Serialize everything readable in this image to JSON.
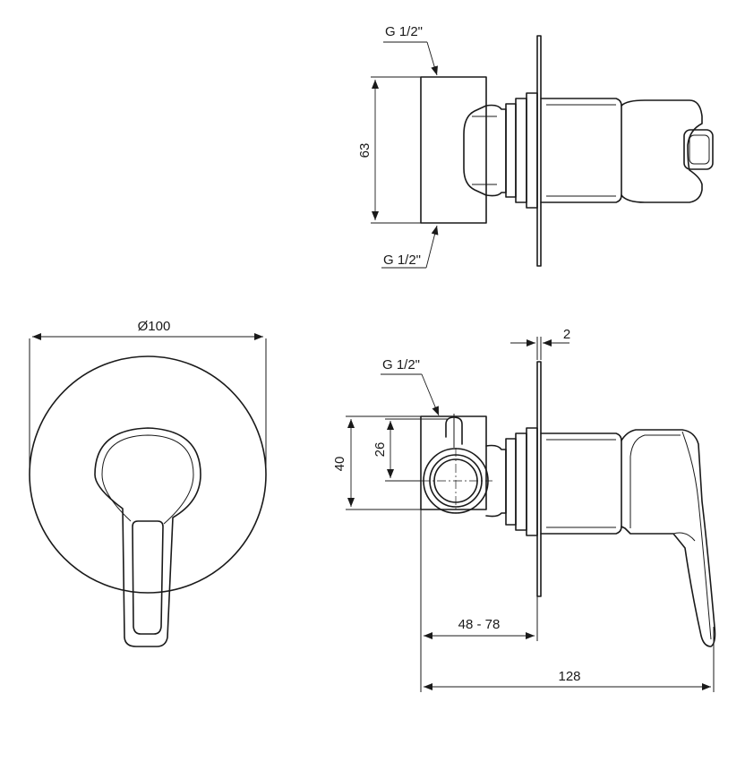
{
  "labels": {
    "thread_top_upper": "G 1/2\"",
    "thread_top_lower": "G 1/2\"",
    "thread_side": "G 1/2\"",
    "height_63": "63",
    "diameter": "Ø100",
    "plate_thickness": "2",
    "height_40": "40",
    "height_26": "26",
    "depth_range": "48 - 78",
    "total_length": "128"
  }
}
